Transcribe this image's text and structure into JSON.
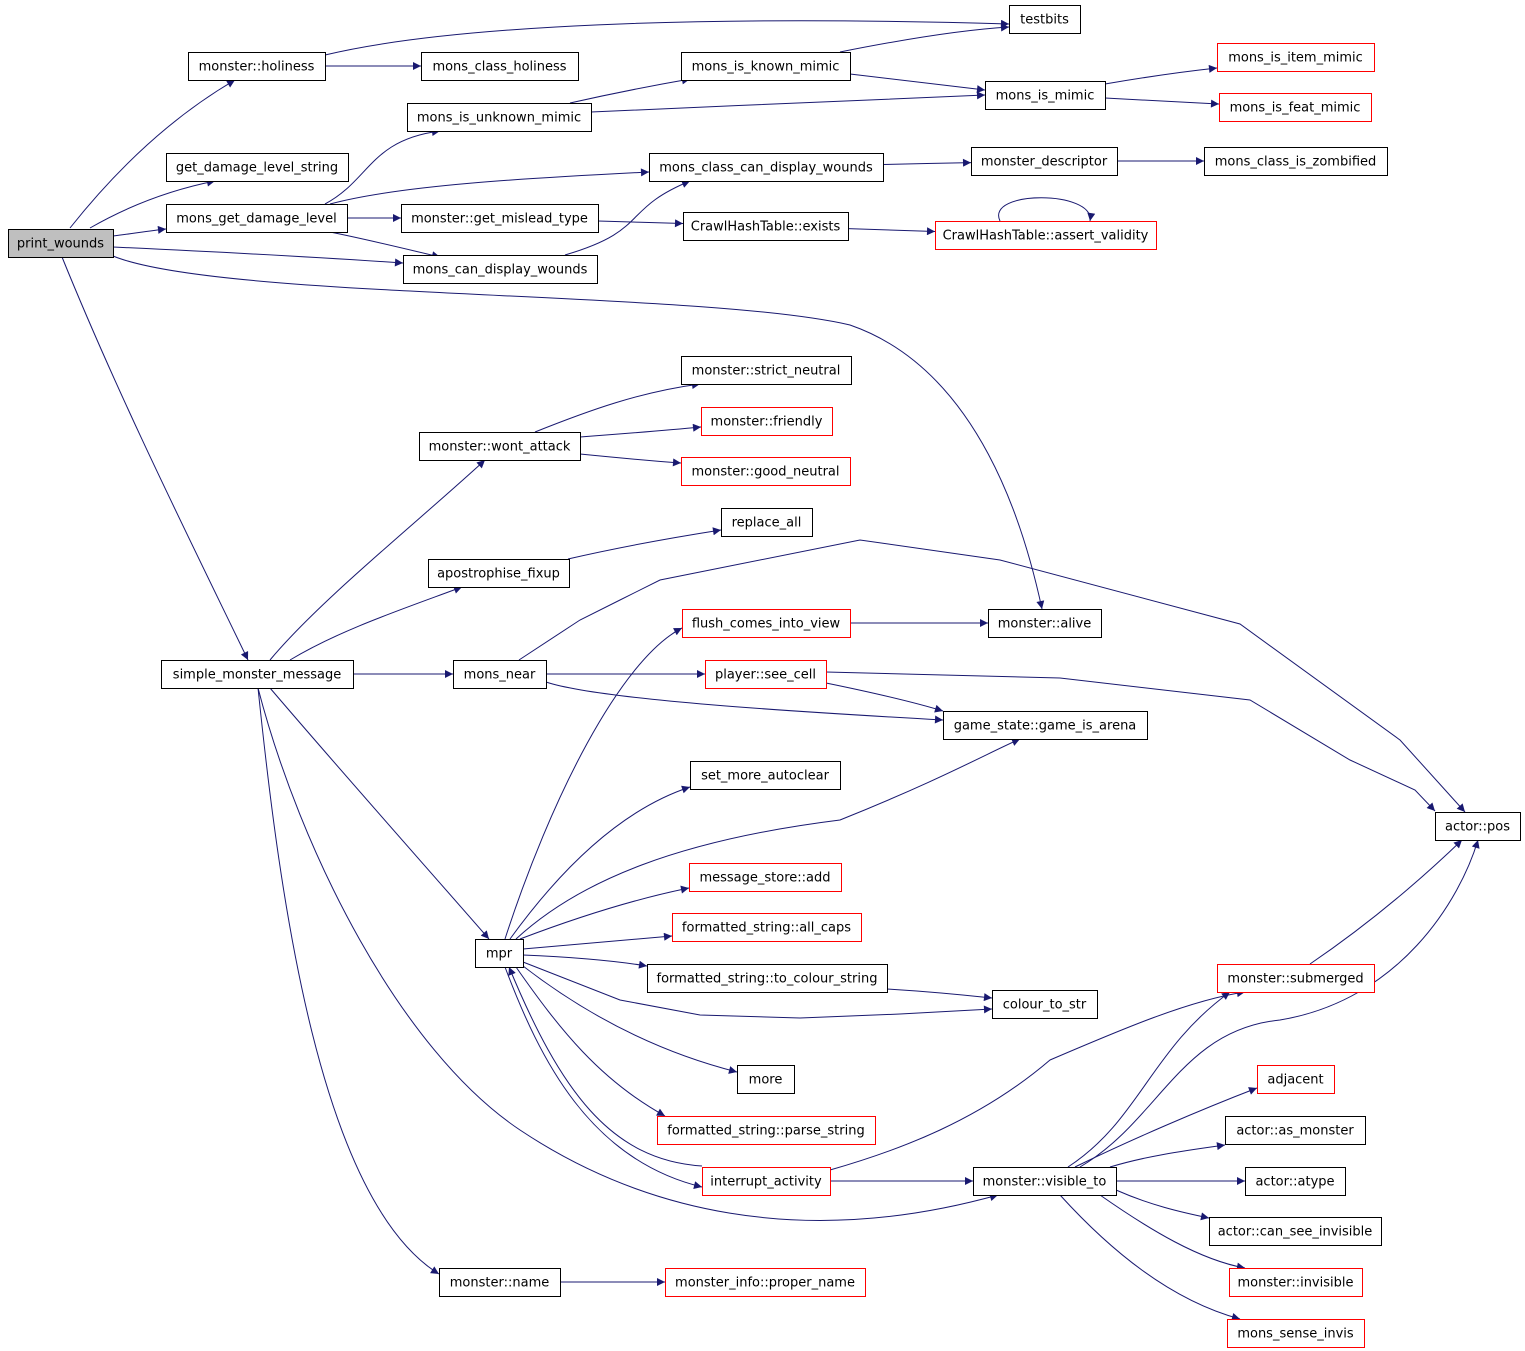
{
  "graph": {
    "root": "print_wounds",
    "colors": {
      "edge": "#191970",
      "node_border": "#000000",
      "truncated_node_border": "#ff0000",
      "root_fill": "#bfbfbf",
      "background": "#ffffff"
    },
    "nodes": [
      {
        "id": "print_wounds",
        "label": "print_wounds",
        "style": "root"
      },
      {
        "id": "monster_holiness",
        "label": "monster::holiness",
        "style": "normal"
      },
      {
        "id": "testbits",
        "label": "testbits",
        "style": "normal"
      },
      {
        "id": "mons_class_holiness",
        "label": "mons_class_holiness",
        "style": "normal"
      },
      {
        "id": "mons_is_known_mimic",
        "label": "mons_is_known_mimic",
        "style": "normal"
      },
      {
        "id": "mons_is_item_mimic",
        "label": "mons_is_item_mimic",
        "style": "truncated"
      },
      {
        "id": "mons_is_mimic",
        "label": "mons_is_mimic",
        "style": "normal"
      },
      {
        "id": "mons_is_feat_mimic",
        "label": "mons_is_feat_mimic",
        "style": "truncated"
      },
      {
        "id": "mons_is_unknown_mimic",
        "label": "mons_is_unknown_mimic",
        "style": "normal"
      },
      {
        "id": "get_damage_level_string",
        "label": "get_damage_level_string",
        "style": "normal"
      },
      {
        "id": "mons_class_can_display_wounds",
        "label": "mons_class_can_display_wounds",
        "style": "normal"
      },
      {
        "id": "monster_descriptor",
        "label": "monster_descriptor",
        "style": "normal"
      },
      {
        "id": "mons_class_is_zombified",
        "label": "mons_class_is_zombified",
        "style": "normal"
      },
      {
        "id": "mons_get_damage_level",
        "label": "mons_get_damage_level",
        "style": "normal"
      },
      {
        "id": "monster_get_mislead_type",
        "label": "monster::get_mislead_type",
        "style": "normal"
      },
      {
        "id": "crawlhashtable_exists",
        "label": "CrawlHashTable::exists",
        "style": "normal"
      },
      {
        "id": "crawlhashtable_assert_validity",
        "label": "CrawlHashTable::assert_validity",
        "style": "truncated"
      },
      {
        "id": "mons_can_display_wounds",
        "label": "mons_can_display_wounds",
        "style": "normal"
      },
      {
        "id": "monster_strict_neutral",
        "label": "monster::strict_neutral",
        "style": "normal"
      },
      {
        "id": "monster_wont_attack",
        "label": "monster::wont_attack",
        "style": "normal"
      },
      {
        "id": "monster_friendly",
        "label": "monster::friendly",
        "style": "truncated"
      },
      {
        "id": "monster_good_neutral",
        "label": "monster::good_neutral",
        "style": "truncated"
      },
      {
        "id": "replace_all",
        "label": "replace_all",
        "style": "normal"
      },
      {
        "id": "apostrophise_fixup",
        "label": "apostrophise_fixup",
        "style": "normal"
      },
      {
        "id": "flush_comes_into_view",
        "label": "flush_comes_into_view",
        "style": "truncated"
      },
      {
        "id": "monster_alive",
        "label": "monster::alive",
        "style": "normal"
      },
      {
        "id": "simple_monster_message",
        "label": "simple_monster_message",
        "style": "normal"
      },
      {
        "id": "mons_near",
        "label": "mons_near",
        "style": "normal"
      },
      {
        "id": "player_see_cell",
        "label": "player::see_cell",
        "style": "truncated"
      },
      {
        "id": "game_state_game_is_arena",
        "label": "game_state::game_is_arena",
        "style": "normal"
      },
      {
        "id": "set_more_autoclear",
        "label": "set_more_autoclear",
        "style": "normal"
      },
      {
        "id": "actor_pos",
        "label": "actor::pos",
        "style": "normal"
      },
      {
        "id": "message_store_add",
        "label": "message_store::add",
        "style": "truncated"
      },
      {
        "id": "formatted_string_all_caps",
        "label": "formatted_string::all_caps",
        "style": "truncated"
      },
      {
        "id": "mpr",
        "label": "mpr",
        "style": "normal"
      },
      {
        "id": "formatted_string_to_colour_string",
        "label": "formatted_string::to_colour_string",
        "style": "normal"
      },
      {
        "id": "monster_submerged",
        "label": "monster::submerged",
        "style": "truncated"
      },
      {
        "id": "colour_to_str",
        "label": "colour_to_str",
        "style": "normal"
      },
      {
        "id": "more",
        "label": "more",
        "style": "normal"
      },
      {
        "id": "adjacent",
        "label": "adjacent",
        "style": "truncated"
      },
      {
        "id": "formatted_string_parse_string",
        "label": "formatted_string::parse_string",
        "style": "truncated"
      },
      {
        "id": "actor_as_monster",
        "label": "actor::as_monster",
        "style": "normal"
      },
      {
        "id": "interrupt_activity",
        "label": "interrupt_activity",
        "style": "truncated"
      },
      {
        "id": "monster_visible_to",
        "label": "monster::visible_to",
        "style": "normal"
      },
      {
        "id": "actor_atype",
        "label": "actor::atype",
        "style": "normal"
      },
      {
        "id": "actor_can_see_invisible",
        "label": "actor::can_see_invisible",
        "style": "normal"
      },
      {
        "id": "monster_name",
        "label": "monster::name",
        "style": "normal"
      },
      {
        "id": "monster_info_proper_name",
        "label": "monster_info::proper_name",
        "style": "truncated"
      },
      {
        "id": "monster_invisible",
        "label": "monster::invisible",
        "style": "truncated"
      },
      {
        "id": "mons_sense_invis",
        "label": "mons_sense_invis",
        "style": "truncated"
      }
    ],
    "edges": [
      {
        "from": "print_wounds",
        "to": "monster_holiness"
      },
      {
        "from": "print_wounds",
        "to": "get_damage_level_string"
      },
      {
        "from": "print_wounds",
        "to": "mons_get_damage_level"
      },
      {
        "from": "print_wounds",
        "to": "mons_can_display_wounds"
      },
      {
        "from": "print_wounds",
        "to": "monster_alive"
      },
      {
        "from": "print_wounds",
        "to": "simple_monster_message"
      },
      {
        "from": "monster_holiness",
        "to": "testbits"
      },
      {
        "from": "monster_holiness",
        "to": "mons_class_holiness"
      },
      {
        "from": "mons_get_damage_level",
        "to": "mons_is_unknown_mimic"
      },
      {
        "from": "mons_get_damage_level",
        "to": "mons_class_can_display_wounds"
      },
      {
        "from": "mons_get_damage_level",
        "to": "monster_get_mislead_type"
      },
      {
        "from": "mons_get_damage_level",
        "to": "mons_can_display_wounds"
      },
      {
        "from": "mons_is_unknown_mimic",
        "to": "mons_is_known_mimic"
      },
      {
        "from": "mons_is_unknown_mimic",
        "to": "mons_is_mimic"
      },
      {
        "from": "mons_is_known_mimic",
        "to": "testbits"
      },
      {
        "from": "mons_is_known_mimic",
        "to": "mons_is_mimic"
      },
      {
        "from": "mons_is_mimic",
        "to": "mons_is_item_mimic"
      },
      {
        "from": "mons_is_mimic",
        "to": "mons_is_feat_mimic"
      },
      {
        "from": "mons_class_can_display_wounds",
        "to": "monster_descriptor"
      },
      {
        "from": "monster_descriptor",
        "to": "mons_class_is_zombified"
      },
      {
        "from": "monster_get_mislead_type",
        "to": "crawlhashtable_exists"
      },
      {
        "from": "crawlhashtable_exists",
        "to": "crawlhashtable_assert_validity"
      },
      {
        "from": "crawlhashtable_assert_validity",
        "to": "crawlhashtable_assert_validity"
      },
      {
        "from": "mons_can_display_wounds",
        "to": "mons_class_can_display_wounds"
      },
      {
        "from": "simple_monster_message",
        "to": "monster_wont_attack"
      },
      {
        "from": "simple_monster_message",
        "to": "apostrophise_fixup"
      },
      {
        "from": "simple_monster_message",
        "to": "mons_near"
      },
      {
        "from": "simple_monster_message",
        "to": "mpr"
      },
      {
        "from": "simple_monster_message",
        "to": "monster_visible_to"
      },
      {
        "from": "simple_monster_message",
        "to": "monster_name"
      },
      {
        "from": "monster_wont_attack",
        "to": "monster_strict_neutral"
      },
      {
        "from": "monster_wont_attack",
        "to": "monster_friendly"
      },
      {
        "from": "monster_wont_attack",
        "to": "monster_good_neutral"
      },
      {
        "from": "apostrophise_fixup",
        "to": "replace_all"
      },
      {
        "from": "mons_near",
        "to": "player_see_cell"
      },
      {
        "from": "mons_near",
        "to": "game_state_game_is_arena"
      },
      {
        "from": "mons_near",
        "to": "actor_pos"
      },
      {
        "from": "flush_comes_into_view",
        "to": "monster_alive"
      },
      {
        "from": "player_see_cell",
        "to": "game_state_game_is_arena"
      },
      {
        "from": "player_see_cell",
        "to": "actor_pos"
      },
      {
        "from": "mpr",
        "to": "flush_comes_into_view"
      },
      {
        "from": "mpr",
        "to": "set_more_autoclear"
      },
      {
        "from": "mpr",
        "to": "game_state_game_is_arena"
      },
      {
        "from": "mpr",
        "to": "message_store_add"
      },
      {
        "from": "mpr",
        "to": "formatted_string_all_caps"
      },
      {
        "from": "mpr",
        "to": "formatted_string_to_colour_string"
      },
      {
        "from": "mpr",
        "to": "colour_to_str"
      },
      {
        "from": "mpr",
        "to": "more"
      },
      {
        "from": "mpr",
        "to": "formatted_string_parse_string"
      },
      {
        "from": "mpr",
        "to": "interrupt_activity"
      },
      {
        "from": "formatted_string_to_colour_string",
        "to": "colour_to_str"
      },
      {
        "from": "interrupt_activity",
        "to": "mpr"
      },
      {
        "from": "interrupt_activity",
        "to": "monster_submerged"
      },
      {
        "from": "interrupt_activity",
        "to": "monster_visible_to"
      },
      {
        "from": "monster_submerged",
        "to": "actor_pos"
      },
      {
        "from": "monster_visible_to",
        "to": "monster_submerged"
      },
      {
        "from": "monster_visible_to",
        "to": "actor_pos"
      },
      {
        "from": "monster_visible_to",
        "to": "adjacent"
      },
      {
        "from": "monster_visible_to",
        "to": "actor_as_monster"
      },
      {
        "from": "monster_visible_to",
        "to": "actor_atype"
      },
      {
        "from": "monster_visible_to",
        "to": "actor_can_see_invisible"
      },
      {
        "from": "monster_visible_to",
        "to": "monster_invisible"
      },
      {
        "from": "monster_visible_to",
        "to": "mons_sense_invis"
      },
      {
        "from": "monster_name",
        "to": "monster_info_proper_name"
      }
    ]
  }
}
